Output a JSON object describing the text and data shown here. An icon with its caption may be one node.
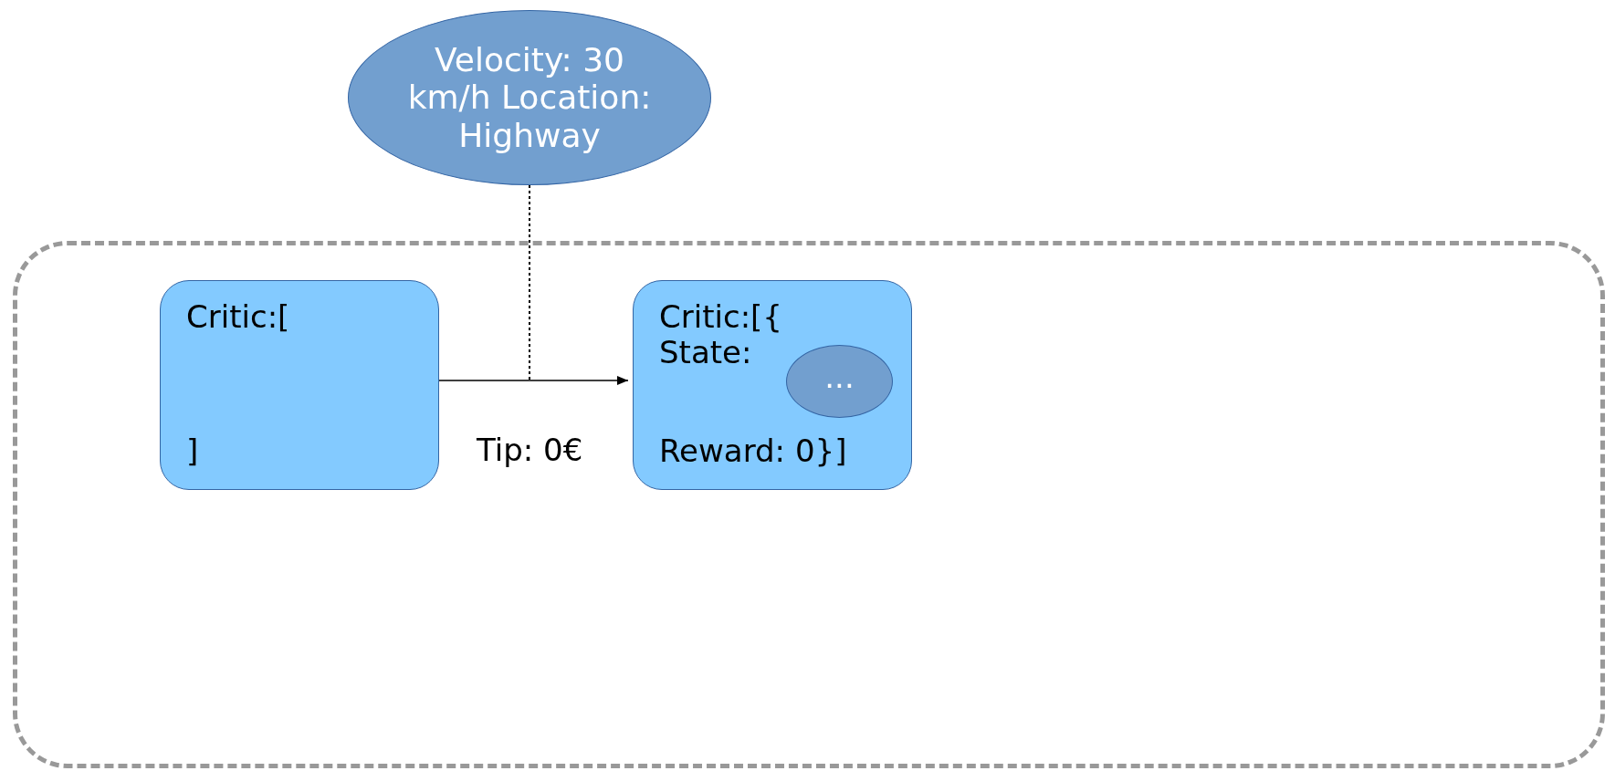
{
  "diagram": {
    "nodes": [
      {
        "text": [
          "Velocity: 30 km/h Location: Highway"
        ]
      },
      {
        "text": [],
        "shape": "box"
      },
      {
        "text": [
          "Critic:[",
          "]"
        ],
        "in": 1
      },
      {
        "text": [
          "Critic:[{ State:",
          "Reward: 0}]"
        ],
        "in": 1
      },
      {
        "text": [
          "..."
        ],
        "in": 3
      }
    ],
    "edges": [
      {
        "from": 2,
        "to": 3,
        "arrow": "to",
        "label": "Tip: 0€"
      },
      {
        "from": 0,
        "to": null,
        "arrow": "none",
        "style": "dashed"
      }
    ]
  }
}
